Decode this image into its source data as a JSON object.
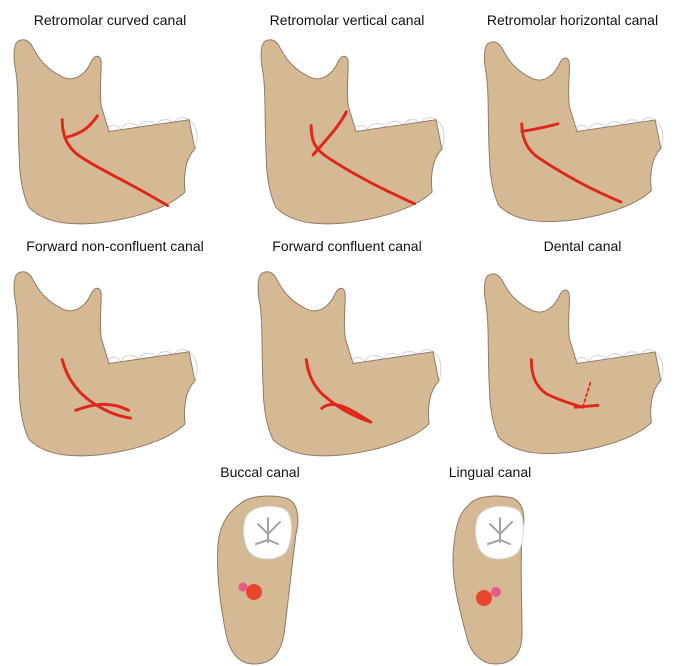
{
  "colors": {
    "bone": "#d5b894",
    "bone_outline": "#8f7a64",
    "canal": "#e0251b",
    "teeth": "#d9d9d9",
    "pulp": "#a3a3a3",
    "canal_main_dot": "#e8462a",
    "canal_accessory_dot": "#e85a8a"
  },
  "panels": [
    {
      "id": "retromolar-curved",
      "label": "Retromolar curved canal"
    },
    {
      "id": "retromolar-vertical",
      "label": "Retromolar vertical canal"
    },
    {
      "id": "retromolar-horizontal",
      "label": "Retromolar horizontal canal"
    },
    {
      "id": "forward-non-confluent",
      "label": "Forward non-confluent canal"
    },
    {
      "id": "forward-confluent",
      "label": "Forward confluent canal"
    },
    {
      "id": "dental",
      "label": "Dental canal"
    },
    {
      "id": "buccal",
      "label": "Buccal canal"
    },
    {
      "id": "lingual",
      "label": "Lingual canal"
    }
  ]
}
